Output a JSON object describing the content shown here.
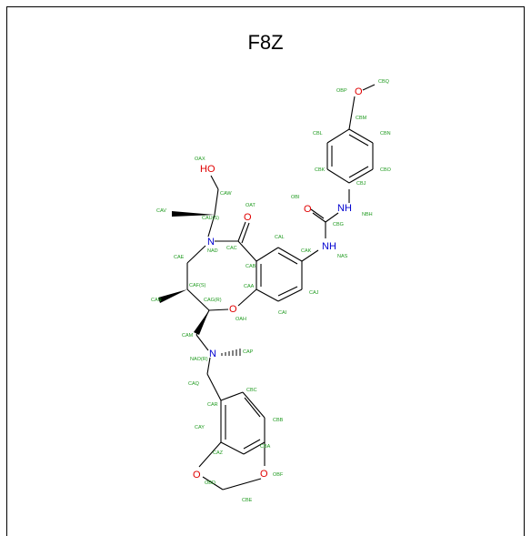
{
  "title": "F8Z",
  "colors": {
    "bond": "#000000",
    "label": "#1e9a1e",
    "oxygen": "#e00000",
    "nitrogen": "#0000d0"
  },
  "heteroatoms": [
    {
      "id": "oh",
      "text": "HO",
      "kind": "oxygen"
    },
    {
      "id": "n_nad",
      "text": "N",
      "kind": "nitrogen"
    },
    {
      "id": "o_oat",
      "text": "O",
      "kind": "oxygen"
    },
    {
      "id": "o_oah",
      "text": "O",
      "kind": "oxygen"
    },
    {
      "id": "n_nao",
      "text": "N",
      "kind": "nitrogen"
    },
    {
      "id": "o_obi",
      "text": "O",
      "kind": "oxygen"
    },
    {
      "id": "nh_nas",
      "text": "NH",
      "kind": "nitrogen"
    },
    {
      "id": "nh_nbh",
      "text": "NH",
      "kind": "nitrogen"
    },
    {
      "id": "o_obp",
      "text": "O",
      "kind": "oxygen"
    },
    {
      "id": "o_obd",
      "text": "O",
      "kind": "oxygen"
    },
    {
      "id": "o_obf",
      "text": "O",
      "kind": "oxygen"
    }
  ],
  "atom_labels": [
    {
      "id": "OAX",
      "text": "OAX"
    },
    {
      "id": "CAW",
      "text": "CAW"
    },
    {
      "id": "CAV",
      "text": "CAV"
    },
    {
      "id": "CAU",
      "text": "CAU(S)"
    },
    {
      "id": "NAD",
      "text": "NAD"
    },
    {
      "id": "OAT",
      "text": "OAT"
    },
    {
      "id": "CAC",
      "text": "CAC"
    },
    {
      "id": "CAE",
      "text": "CAE"
    },
    {
      "id": "CAF",
      "text": "CAF(S)"
    },
    {
      "id": "CAN",
      "text": "CAN"
    },
    {
      "id": "CAG",
      "text": "CAG(R)"
    },
    {
      "id": "OAH",
      "text": "OAH"
    },
    {
      "id": "CAB",
      "text": "CAB"
    },
    {
      "id": "CAA",
      "text": "CAA"
    },
    {
      "id": "CAL",
      "text": "CAL"
    },
    {
      "id": "CAK",
      "text": "CAK"
    },
    {
      "id": "CAJ",
      "text": "CAJ"
    },
    {
      "id": "CAI",
      "text": "CAI"
    },
    {
      "id": "NAS",
      "text": "NAS"
    },
    {
      "id": "CBG",
      "text": "CBG"
    },
    {
      "id": "OBI",
      "text": "OBI"
    },
    {
      "id": "NBH",
      "text": "NBH"
    },
    {
      "id": "CBJ",
      "text": "CBJ"
    },
    {
      "id": "CBK",
      "text": "CBK"
    },
    {
      "id": "CBL",
      "text": "CBL"
    },
    {
      "id": "CBM",
      "text": "CBM"
    },
    {
      "id": "CBN",
      "text": "CBN"
    },
    {
      "id": "CBO",
      "text": "CBO"
    },
    {
      "id": "OBP",
      "text": "OBP"
    },
    {
      "id": "CBQ",
      "text": "CBQ"
    },
    {
      "id": "CAM",
      "text": "CAM"
    },
    {
      "id": "NAO",
      "text": "NAO(R)"
    },
    {
      "id": "CAP",
      "text": "CAP"
    },
    {
      "id": "CAQ",
      "text": "CAQ"
    },
    {
      "id": "CAR",
      "text": "CAR"
    },
    {
      "id": "CBC",
      "text": "CBC"
    },
    {
      "id": "CBB",
      "text": "CBB"
    },
    {
      "id": "CAY",
      "text": "CAY"
    },
    {
      "id": "CAZ",
      "text": "CAZ"
    },
    {
      "id": "CBA",
      "text": "CBA"
    },
    {
      "id": "OBD",
      "text": "OBD"
    },
    {
      "id": "OBF",
      "text": "OBF"
    },
    {
      "id": "CBE",
      "text": "CBE"
    }
  ]
}
